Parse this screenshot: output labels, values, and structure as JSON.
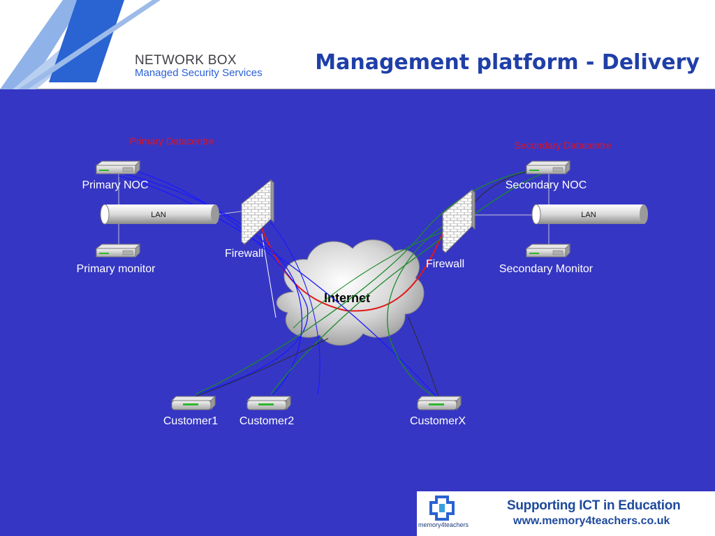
{
  "header": {
    "brand_name": "NETWORK BOX",
    "brand_tagline": "Managed Security Services",
    "title": "Management platform - Delivery"
  },
  "diagram": {
    "primary_site": {
      "datacentre_label": "Primary Datacentre",
      "noc_label": "Primary NOC",
      "lan_label": "LAN",
      "monitor_label": "Primary monitor",
      "firewall_label": "Firewall"
    },
    "secondary_site": {
      "datacentre_label": "Secondary Datacentre",
      "noc_label": "Secondary NOC",
      "lan_label": "LAN",
      "monitor_label": "Secondary Monitor",
      "firewall_label": "Firewall"
    },
    "cloud_label": "Internet",
    "customers": [
      "Customer1",
      "Customer2",
      "CustomerX"
    ],
    "colors": {
      "background": "#3636c4",
      "link_red": "#e01818",
      "link_blue": "#1a1aff",
      "link_green": "#1a8a2a",
      "datacentre_text": "#e0141e"
    }
  },
  "footer": {
    "logo_text": "memory4teachers",
    "line1": "Supporting ICT in Education",
    "line2": "www.memory4teachers.co.uk"
  }
}
